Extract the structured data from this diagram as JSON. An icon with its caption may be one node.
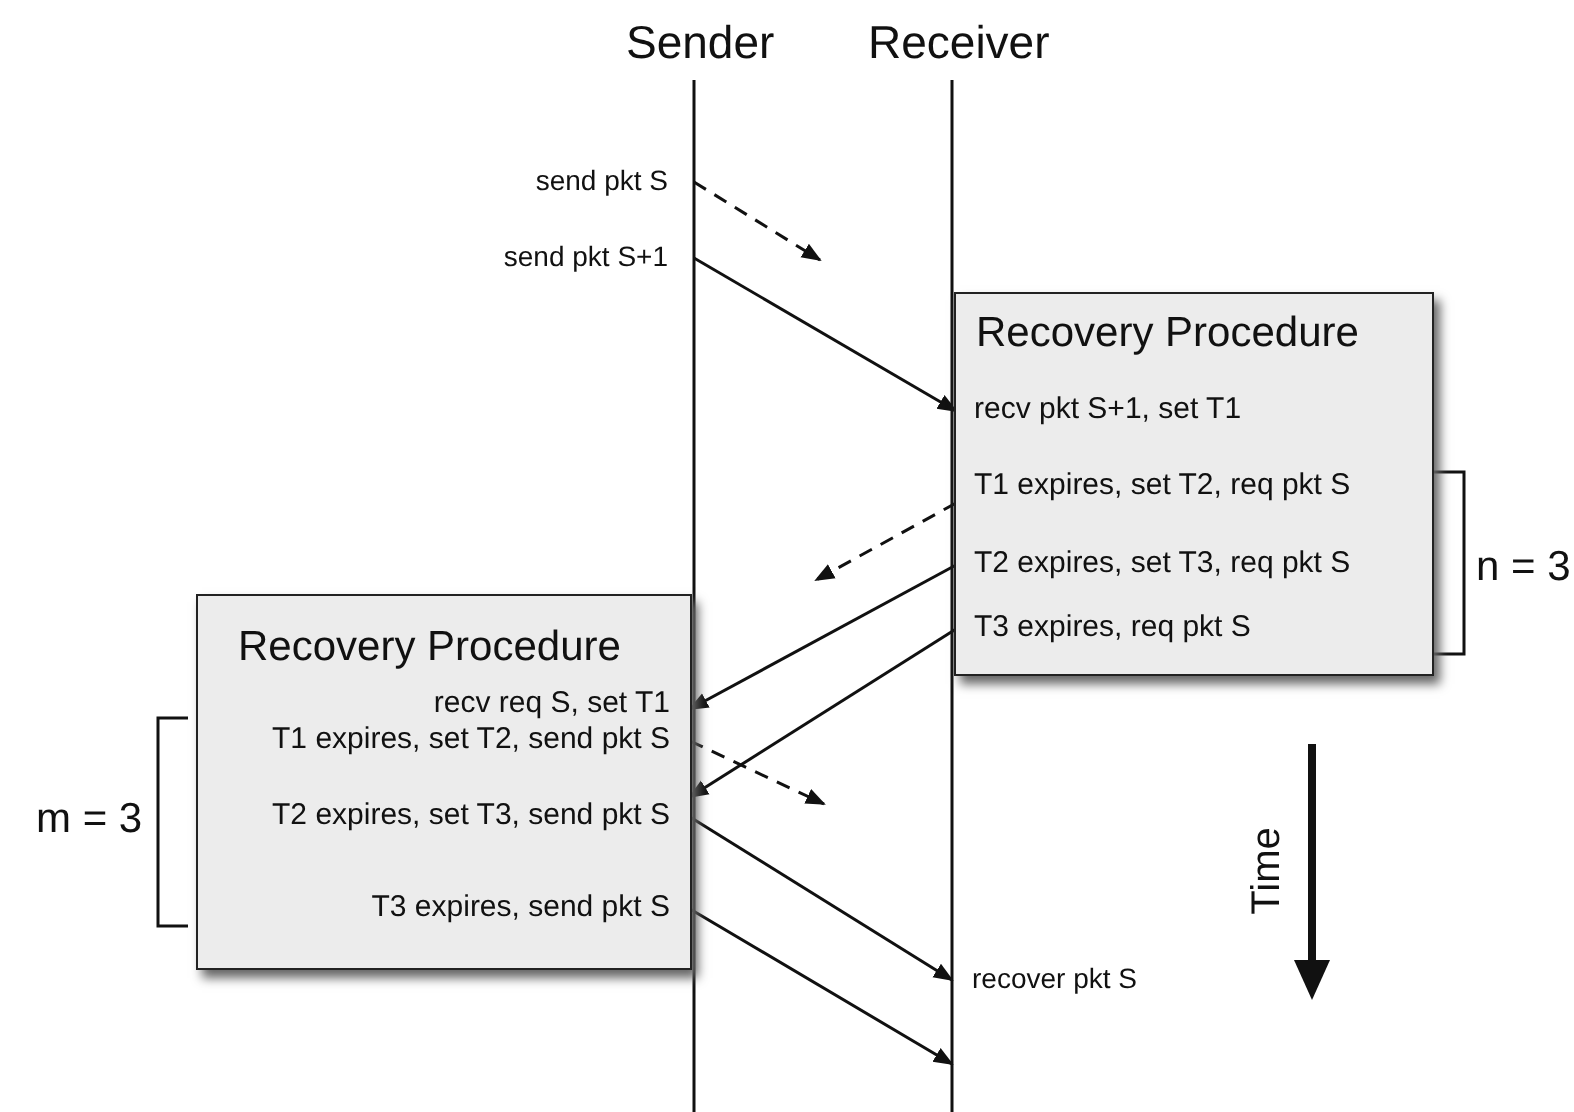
{
  "diagram": {
    "nodes": [
      {
        "text": [
          "send pkt S"
        ]
      },
      {
        "text": [
          "send pkt S+1"
        ]
      },
      {
        "text": [
          "Recovery Procedure"
        ]
      },
      {
        "text": [
          "recv pkt S+1, set T1"
        ],
        "in": 2
      },
      {
        "text": [
          "T1 expires, set T2, req pkt S"
        ],
        "in": 2
      },
      {
        "text": [
          "T2 expires, set T3, req pkt S"
        ],
        "in": 2
      },
      {
        "text": [
          "T3 expires, req pkt S"
        ],
        "in": 2
      },
      {
        "text": [
          "Recovery Procedure"
        ]
      },
      {
        "text": [
          "recv req S, set T1"
        ],
        "in": 7
      },
      {
        "text": [
          "T1 expires, set T2, send pkt S"
        ],
        "in": 7
      },
      {
        "text": [
          "T2 expires, set T3, send pkt S"
        ],
        "in": 7
      },
      {
        "text": [
          "T3 expires, send pkt S"
        ],
        "in": 7
      },
      {
        "text": [
          "recover pkt S"
        ]
      }
    ],
    "edges": [
      {
        "from": 0,
        "to": null,
        "arrow": "to",
        "style": "dashed"
      },
      {
        "from": 1,
        "to": 3,
        "arrow": "to"
      },
      {
        "from": 4,
        "to": null,
        "arrow": "to",
        "style": "dashed"
      },
      {
        "from": 5,
        "to": 8,
        "arrow": "to"
      },
      {
        "from": 6,
        "to": 9,
        "arrow": "to"
      },
      {
        "from": 9,
        "to": null,
        "arrow": "to",
        "style": "dashed"
      },
      {
        "from": 10,
        "to": 12,
        "arrow": "to"
      },
      {
        "from": 11,
        "to": null,
        "arrow": "to"
      }
    ],
    "labels": [
      "Sender",
      "Receiver",
      "n = 3",
      "m = 3",
      "Time"
    ]
  }
}
